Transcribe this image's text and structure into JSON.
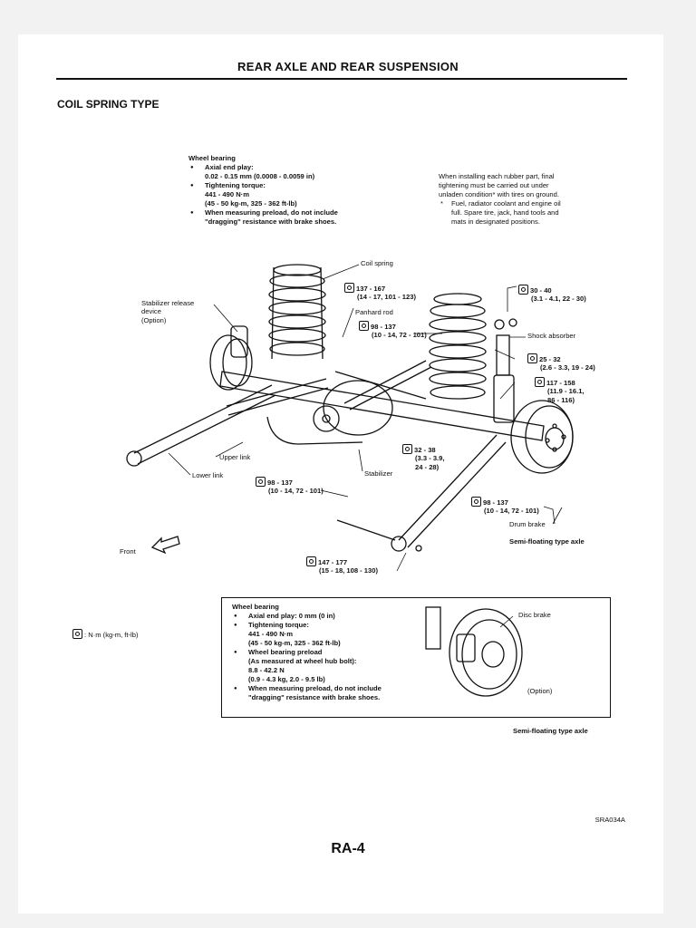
{
  "header": {
    "title": "REAR AXLE AND REAR SUSPENSION",
    "subtitle": "COIL SPRING TYPE"
  },
  "wheel_bearing_top": {
    "heading": "Wheel bearing",
    "items": [
      "Axial end play:",
      "0.02 - 0.15 mm (0.0008 - 0.0059 in)",
      "Tightening torque:",
      "441 - 490 N·m",
      "(45 - 50 kg-m, 325 - 362 ft-lb)",
      "When measuring preload, do not include",
      "\"dragging\" resistance with brake shoes."
    ]
  },
  "install_note": {
    "lines": [
      "When installing each rubber part, final",
      "tightening must be carried out under",
      "unladen condition* with tires on ground.",
      "Fuel, radiator coolant and engine oil",
      "full. Spare tire, jack, hand tools and",
      "mats in designated positions."
    ]
  },
  "labels": {
    "coil_spring": "Coil spring",
    "stabilizer_release": [
      "Stabilizer release",
      "device",
      "(Option)"
    ],
    "panhard_rod": "Panhard rod",
    "shock_absorber": "Shock absorber",
    "upper_link": "Upper link",
    "lower_link": "Lower link",
    "stabilizer": "Stabilizer",
    "drum_brake": "Drum brake",
    "front": "Front",
    "semi_floating_1": "Semi-floating type axle",
    "semi_floating_2": "Semi-floating type axle",
    "disc_brake": "Disc brake",
    "option": "(Option)"
  },
  "torques": {
    "t1": [
      "137 - 167",
      "(14 - 17, 101 - 123)"
    ],
    "t2": [
      "98 - 137",
      "(10 - 14, 72 - 101)"
    ],
    "t3": [
      "30 - 40",
      "(3.1 - 4.1, 22 - 30)"
    ],
    "t4": [
      "25 - 32",
      "(2.6 - 3.3, 19 - 24)"
    ],
    "t5": [
      "117 - 158",
      "(11.9 - 16.1,",
      "86 - 116)"
    ],
    "t6": [
      "32 - 38",
      "(3.3 - 3.9,",
      "24 - 28)"
    ],
    "t7": [
      "98 - 137",
      "(10 - 14, 72 - 101)"
    ],
    "t8": [
      "98 - 137",
      "(10 - 14, 72 - 101)"
    ],
    "t9": [
      "147 - 177",
      "(15 - 18, 108 - 130)"
    ]
  },
  "legend": ": N·m (kg-m, ft-lb)",
  "wheel_bearing_box": {
    "heading": "Wheel bearing",
    "items": [
      "Axial end play:  0 mm (0 in)",
      "Tightening torque:",
      "441 - 490 N·m",
      "(45 - 50 kg-m, 325 - 362 ft-lb)",
      "Wheel bearing preload",
      "(As measured at wheel hub bolt):",
      "8.8 - 42.2 N",
      "(0.9 - 4.3 kg, 2.0 - 9.5 lb)",
      "When measuring preload, do not include",
      "\"dragging\" resistance with brake shoes."
    ]
  },
  "footer": {
    "code": "SRA034A",
    "page": "RA-4"
  }
}
